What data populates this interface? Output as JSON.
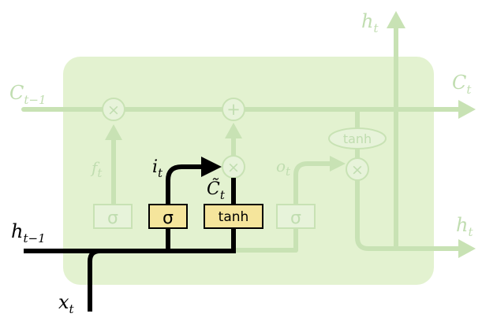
{
  "diagram": {
    "colors": {
      "background": "#ffffff",
      "cell_fill": "#e3f2d0",
      "faded_line": "#c8e2b4",
      "faded_node_fill": "#e7f3da",
      "active_line": "#000000",
      "gate_fill": "#f5e59c",
      "gate_stroke": "#000000",
      "faded_text": "#c0ddb0",
      "active_text": "#000000"
    },
    "labels": {
      "c_prev": {
        "main": "C",
        "sub": "t−1"
      },
      "c_next": {
        "main": "C",
        "sub": "t"
      },
      "h_top": {
        "main": "h",
        "sub": "t"
      },
      "h_right": {
        "main": "h",
        "sub": "t"
      },
      "h_prev": {
        "main": "h",
        "sub": "t−1"
      },
      "x_in": {
        "main": "x",
        "sub": "t"
      },
      "f_gate": {
        "main": "f",
        "sub": "t"
      },
      "i_gate": {
        "main": "i",
        "sub": "t"
      },
      "c_tilde": {
        "main": "C̃",
        "sub": "t"
      },
      "o_gate": {
        "main": "o",
        "sub": "t"
      }
    },
    "layers": {
      "sigma": "σ",
      "tanh": "tanh"
    },
    "operators": {
      "multiply": "×",
      "add": "+"
    },
    "node_states": {
      "forget_sigma": "faded",
      "input_sigma": "active",
      "candidate_tanh": "active",
      "output_sigma": "faded",
      "cell_tanh": "faded"
    }
  }
}
